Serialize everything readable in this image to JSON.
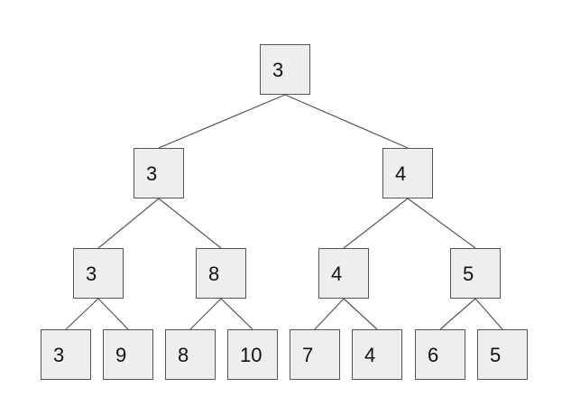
{
  "tree": {
    "colors": {
      "node_fill": "#eeeeee",
      "node_border": "#555555",
      "edge": "#555555",
      "text": "#111111"
    },
    "nodes": [
      {
        "id": "n0",
        "value": "3"
      },
      {
        "id": "n1",
        "value": "3"
      },
      {
        "id": "n2",
        "value": "4"
      },
      {
        "id": "n3",
        "value": "3"
      },
      {
        "id": "n4",
        "value": "8"
      },
      {
        "id": "n5",
        "value": "4"
      },
      {
        "id": "n6",
        "value": "5"
      },
      {
        "id": "n7",
        "value": "3"
      },
      {
        "id": "n8",
        "value": "9"
      },
      {
        "id": "n9",
        "value": "8"
      },
      {
        "id": "n10",
        "value": "10"
      },
      {
        "id": "n11",
        "value": "7"
      },
      {
        "id": "n12",
        "value": "4"
      },
      {
        "id": "n13",
        "value": "6"
      },
      {
        "id": "n14",
        "value": "5"
      }
    ],
    "edges": [
      [
        "n0",
        "n1"
      ],
      [
        "n0",
        "n2"
      ],
      [
        "n1",
        "n3"
      ],
      [
        "n1",
        "n4"
      ],
      [
        "n2",
        "n5"
      ],
      [
        "n2",
        "n6"
      ],
      [
        "n3",
        "n7"
      ],
      [
        "n3",
        "n8"
      ],
      [
        "n4",
        "n9"
      ],
      [
        "n4",
        "n10"
      ],
      [
        "n5",
        "n11"
      ],
      [
        "n5",
        "n12"
      ],
      [
        "n6",
        "n13"
      ],
      [
        "n6",
        "n14"
      ]
    ]
  }
}
